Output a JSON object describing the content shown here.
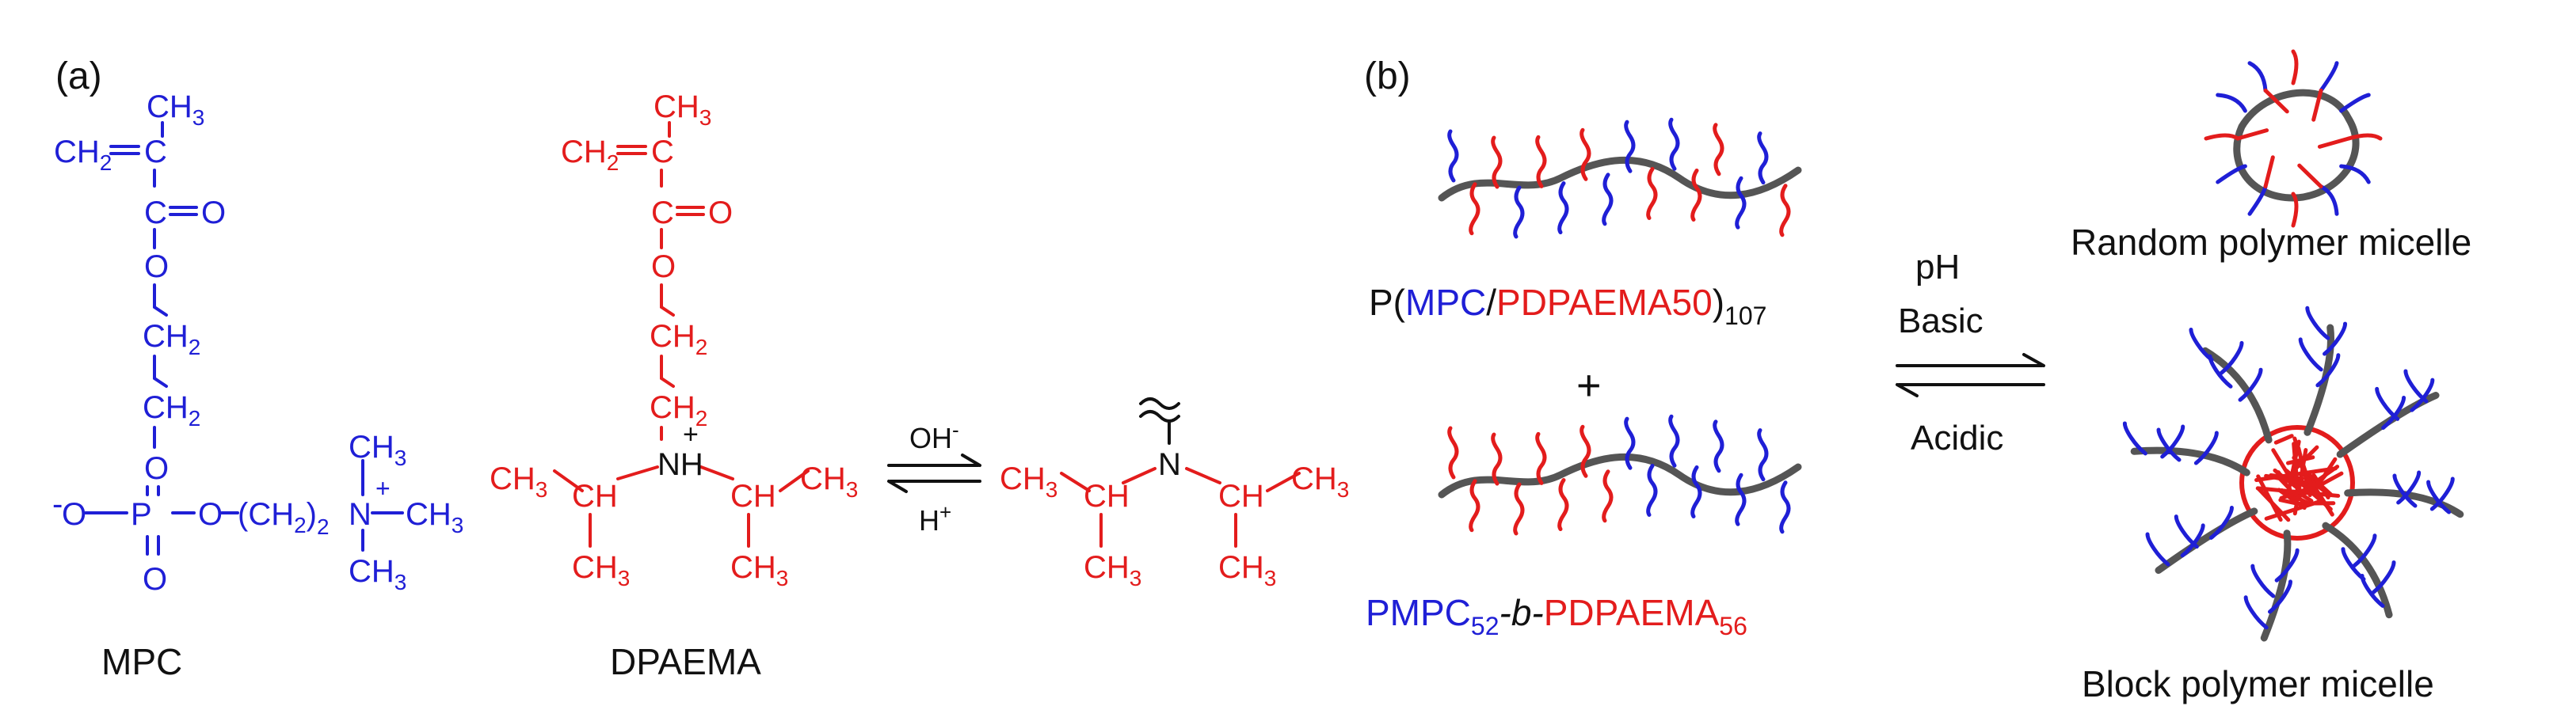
{
  "colors": {
    "mpc": "#1f1fd6",
    "dpaema": "#e31c1c",
    "backbone": "#555555",
    "text": "#111111"
  },
  "panel_a": {
    "label": "(a)",
    "mpc": {
      "name": "MPC",
      "atoms": {
        "ch3_top": "CH",
        "ch3_sub": "3",
        "ch2_eq": "CH",
        "ch2_eq_sub": "2",
        "c1": "C",
        "c2": "C",
        "o_dbl": "O",
        "o_ester": "O",
        "ch2_a": "CH",
        "ch2_a_sub": "2",
        "ch2_b": "CH",
        "ch2_b_sub": "2",
        "o_link": "O",
        "o_minus": "O",
        "minus": "-",
        "p": "P",
        "o_right": "O",
        "o_bottom": "O",
        "ch2_group": "(CH",
        "ch2_group_sub": "2",
        "ch2_group_close": ")",
        "ch2_group_n": "2",
        "n_plus": "N",
        "plus": "+",
        "me_top": "CH",
        "me_top_sub": "3",
        "me_right": "CH",
        "me_right_sub": "3",
        "me_bottom": "CH",
        "me_bottom_sub": "3"
      }
    },
    "dpaema": {
      "name": "DPAEMA",
      "atoms": {
        "ch3_top": "CH",
        "ch3_sub": "3",
        "ch2_eq": "CH",
        "ch2_eq_sub": "2",
        "c1": "C",
        "c2": "C",
        "o_dbl": "O",
        "o_ester": "O",
        "ch2_a": "CH",
        "ch2_a_sub": "2",
        "ch2_b": "CH",
        "ch2_b_sub": "2",
        "nh": "NH",
        "plus": "+",
        "left_ch3": "CH",
        "left_ch3_sub": "3",
        "left_ch": "CH",
        "left_ch_me": "CH",
        "left_ch_me_sub": "3",
        "right_ch": "CH",
        "right_ch3": "CH",
        "right_ch3_sub": "3",
        "right_ch_me": "CH",
        "right_ch_me_sub": "3"
      }
    },
    "equilibrium": {
      "top": "OH",
      "top_sup": "-",
      "bottom": "H",
      "bottom_sup": "+"
    },
    "deprotonated": {
      "n": "N",
      "left_ch3": "CH",
      "left_ch3_sub": "3",
      "left_ch": "CH",
      "left_ch_me": "CH",
      "left_ch_me_sub": "3",
      "right_ch": "CH",
      "right_ch3": "CH",
      "right_ch3_sub": "3",
      "right_ch_me": "CH",
      "right_ch_me_sub": "3"
    }
  },
  "panel_b": {
    "label": "(b)",
    "random_label": {
      "prefix": "P(",
      "mpc": "MPC",
      "slash": "/",
      "pdpaema": "PDPAEMA50",
      "close": ")",
      "sub": "107"
    },
    "plus": "+",
    "block_label": {
      "pmpc": "PMPC",
      "pmpc_sub": "52",
      "b": "-b-",
      "pdpaema": "PDPAEMA",
      "pdpaema_sub": "56"
    },
    "equilibrium": {
      "top1": "pH",
      "top2": "Basic",
      "bottom": "Acidic"
    },
    "random_micelle": "Random polymer micelle",
    "block_micelle": "Block polymer micelle"
  }
}
